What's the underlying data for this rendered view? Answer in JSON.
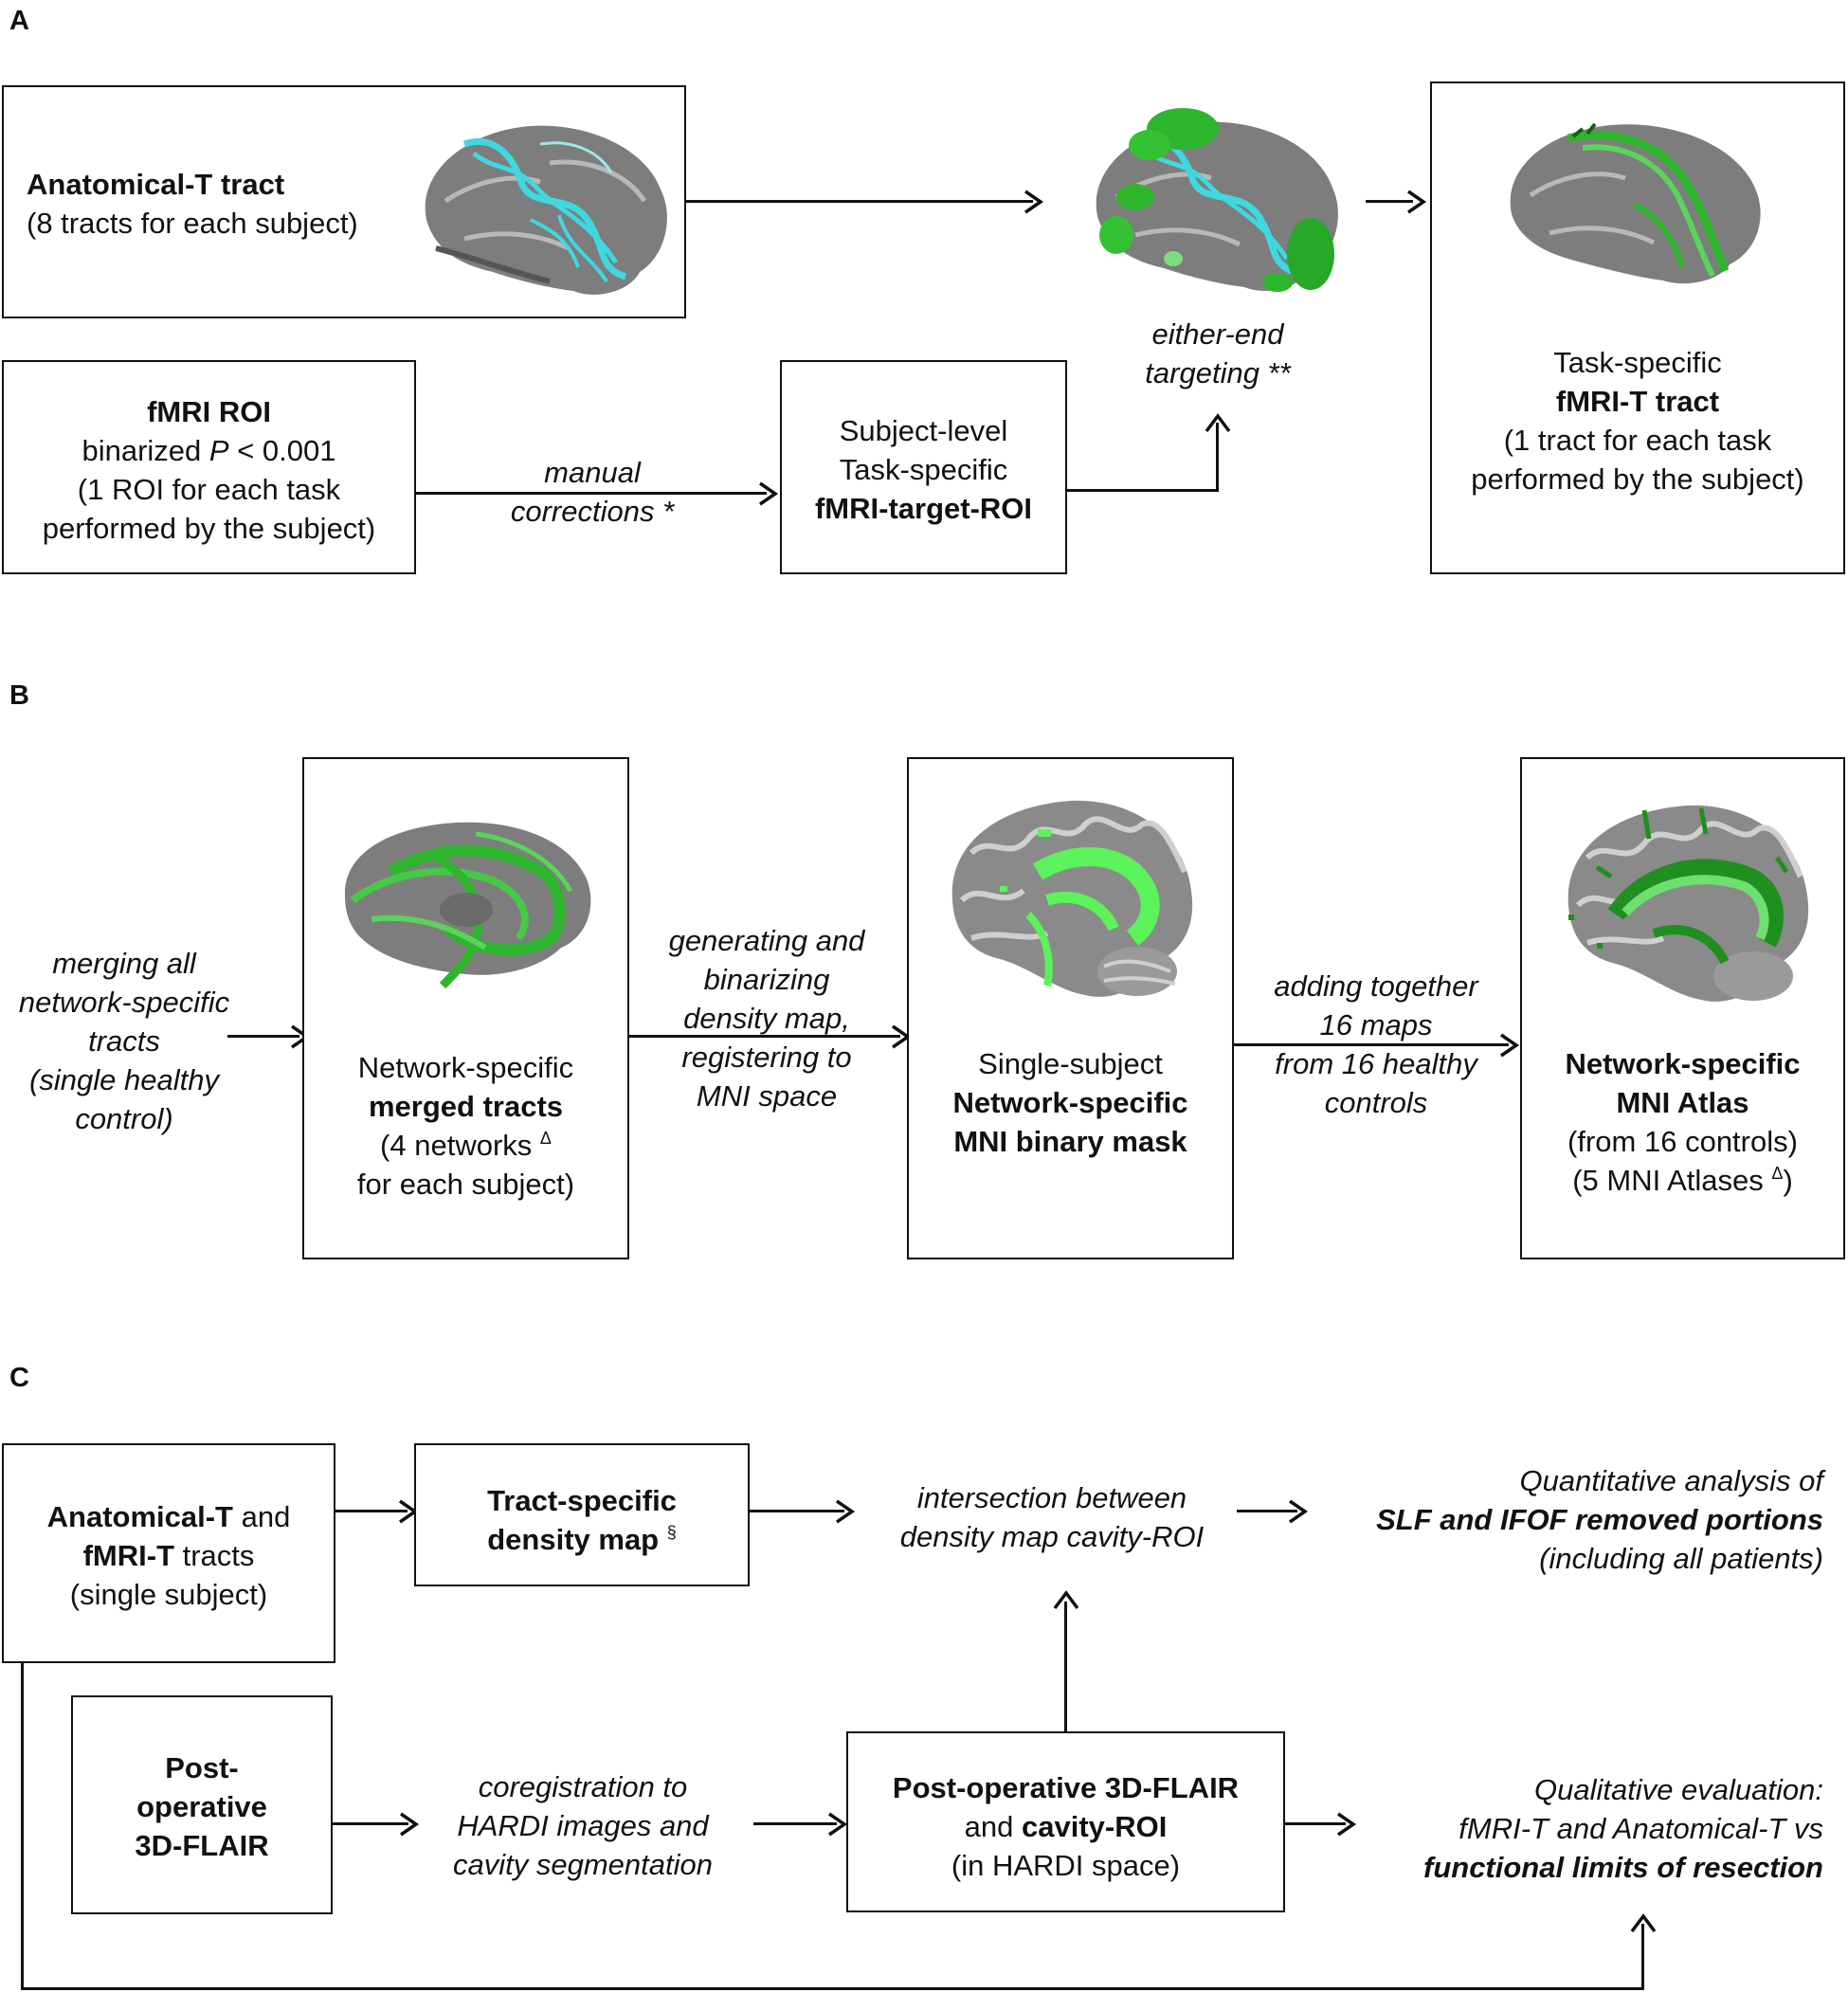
{
  "panels": {
    "a": "A",
    "b": "B",
    "c": "C"
  },
  "panel_a": {
    "anat_title": "Anatomical-T tract",
    "anat_sub": "(8 tracts for each subject)",
    "fmri_title": "fMRI ROI",
    "fmri_l2a": "binarized ",
    "fmri_l2p": "P",
    "fmri_l2b": " < 0.001",
    "fmri_l3": "(1 ROI for each task",
    "fmri_l4": "performed by the subject)",
    "manual_1": "manual",
    "manual_2": "corrections *",
    "target_1": "Subject-level",
    "target_2": "Task-specific",
    "target_3": "fMRI-target-ROI",
    "either_1": "either-end",
    "either_2": "targeting **",
    "task_1": "Task-specific",
    "task_2": "fMRI-T tract",
    "task_3": "(1 tract for each task",
    "task_4": "performed by the subject)"
  },
  "panel_b": {
    "merge_1": "merging all",
    "merge_2": "network-specific",
    "merge_3": "tracts",
    "merge_4": "(single healthy",
    "merge_5": "control)",
    "merged_1": "Network-specific",
    "merged_2": "merged tracts",
    "merged_3": "(4 networks",
    "merged_sym": "Δ",
    "merged_4": "for each subject)",
    "gen_1": "generating and",
    "gen_2": "binarizing",
    "gen_3": "density map,",
    "gen_4": "registering to",
    "gen_5": "MNI space",
    "single_1": "Single-subject",
    "single_2": "Network-specific",
    "single_3": "MNI binary mask",
    "add_1": "adding together",
    "add_2": "16 maps",
    "add_3": "from 16 healthy",
    "add_4": "controls",
    "atlas_1": "Network-specific",
    "atlas_2": "MNI Atlas",
    "atlas_3": "(from 16 controls)",
    "atlas_4a": "(5 MNI Atlases ",
    "atlas_sym": "Δ",
    "atlas_4b": ")"
  },
  "panel_c": {
    "anat_1a": "Anatomical-T",
    "anat_1b": " and",
    "anat_2a": "fMRI-T",
    "anat_2b": " tracts",
    "anat_3": "(single subject)",
    "density_1": "Tract-specific",
    "density_2": "density map ",
    "density_sym": "§",
    "inter_1": "intersection between",
    "inter_2": "density map cavity-ROI",
    "quant_1": "Quantitative analysis of",
    "quant_2": "SLF and IFOF removed portions",
    "quant_3": "(including all patients)",
    "post_1": "Post-",
    "post_2": "operative",
    "post_3": "3D-FLAIR",
    "coreg_1": "coregistration to",
    "coreg_2": "HARDI images and",
    "coreg_3": "cavity segmentation",
    "cav_1": "Post-operative 3D-FLAIR",
    "cav_2a": "and ",
    "cav_2b": "cavity-ROI",
    "cav_3": "(in HARDI space)",
    "qual_1": "Qualitative evaluation:",
    "qual_2": "fMRI-T and Anatomical-T vs",
    "qual_3": "functional limits of resection"
  },
  "colors": {
    "tract_cyan": "#3fd8e0",
    "tract_green": "#2db52d",
    "mask_green": "#5cf25c",
    "brain_gray": "#8a8a8a"
  }
}
